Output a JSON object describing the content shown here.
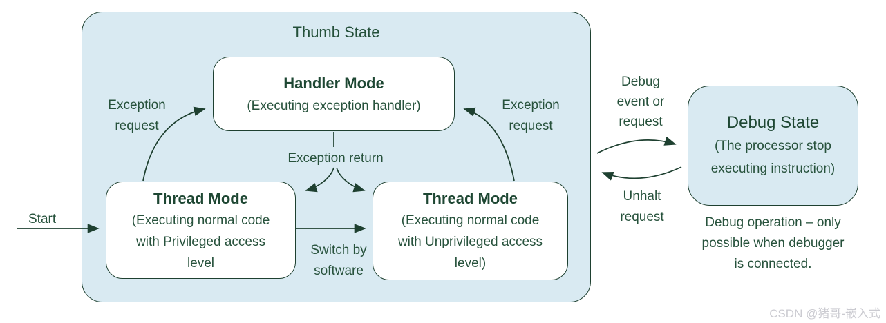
{
  "diagram": {
    "thumb_state": {
      "title": "Thumb State"
    },
    "handler_mode": {
      "title": "Handler Mode",
      "subtitle": "(Executing exception handler)"
    },
    "thread_mode_left": {
      "title": "Thread Mode",
      "line1": "(Executing normal code",
      "line2_pre": "with ",
      "line2_underlined": "Privileged",
      "line2_post": " access",
      "line3": "level"
    },
    "thread_mode_right": {
      "title": "Thread Mode",
      "line1": "(Executing normal code",
      "line2_pre": "with ",
      "line2_underlined": "Unprivileged",
      "line2_post": " access",
      "line3": "level)"
    },
    "debug_state": {
      "title": "Debug State",
      "line1": "(The processor stop",
      "line2": "executing instruction)"
    },
    "labels": {
      "start": "Start",
      "exception_request_left": "Exception\nrequest",
      "exception_request_right": "Exception\nrequest",
      "exception_return": "Exception return",
      "switch_by_software": "Switch by\nsoftware",
      "debug_event": "Debug\nevent or\nrequest",
      "unhalt": "Unhalt\nrequest",
      "debug_note": "Debug operation – only\npossible when debugger\nis connected."
    },
    "watermark": "CSDN @猪哥-嵌入式",
    "colors": {
      "region_fill": "#d9eaf2",
      "stroke": "#1e4030",
      "heading_text": "#1e4733",
      "body_text": "#27523c",
      "watermark_text": "#cbcbd1",
      "background": "#ffffff"
    }
  }
}
